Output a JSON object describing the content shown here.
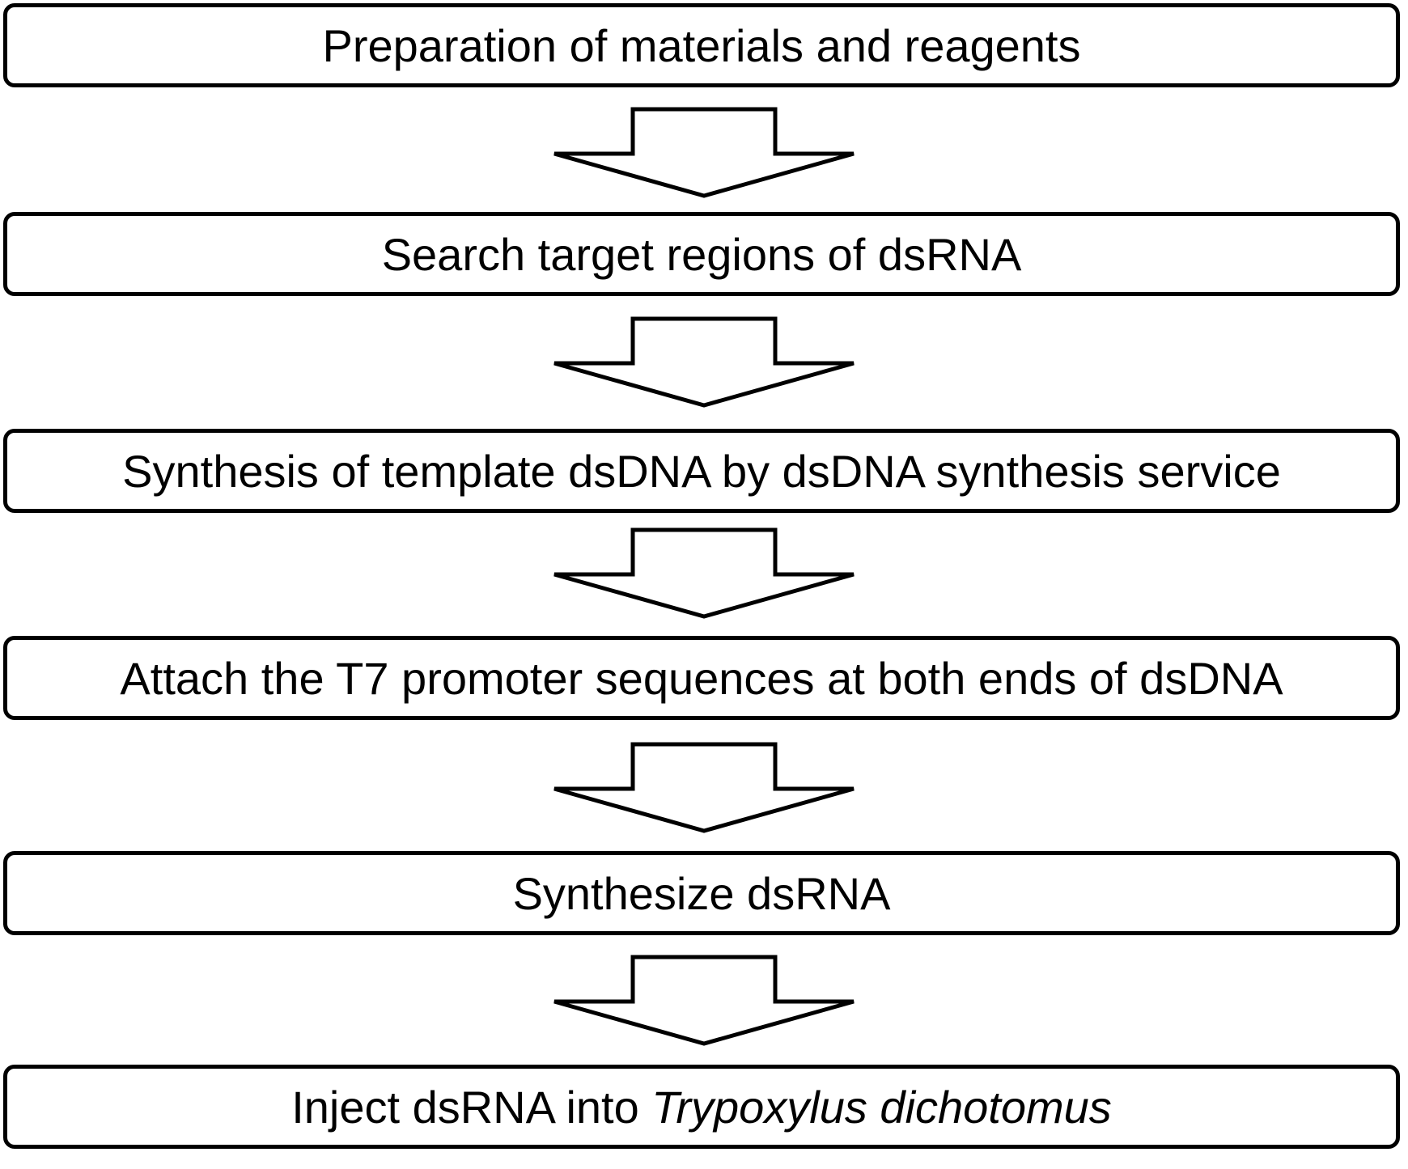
{
  "flowchart": {
    "steps": [
      {
        "label": "Preparation of materials and reagents"
      },
      {
        "label": "Search target regions of dsRNA"
      },
      {
        "label": "Synthesis of template dsDNA by dsDNA synthesis service"
      },
      {
        "label": "Attach the T7 promoter sequences at both ends of dsDNA"
      },
      {
        "label": "Synthesize dsRNA"
      },
      {
        "label_prefix": "Inject dsRNA into ",
        "label_italic": "Trypoxylus dichotomus"
      }
    ],
    "arrow_style": "hollow-down-arrow",
    "colors": {
      "stroke": "#000000",
      "fill": "#ffffff"
    }
  }
}
